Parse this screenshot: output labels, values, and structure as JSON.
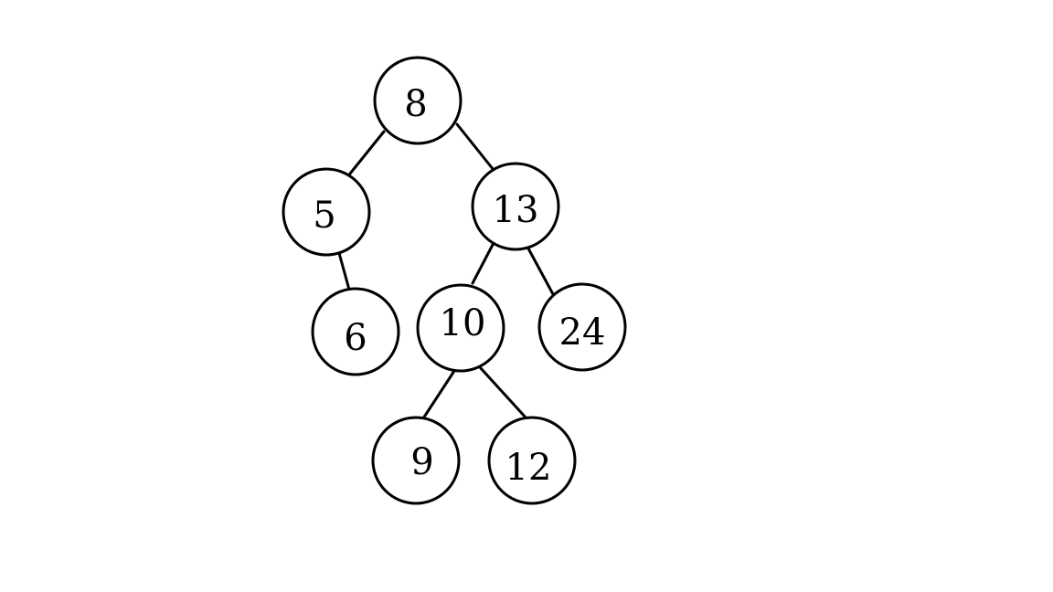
{
  "diagram": {
    "type": "binary-tree",
    "colors": {
      "background": "#ffffff",
      "stroke": "#000000",
      "text": "#000000"
    },
    "nodes": [
      {
        "id": "n8",
        "label": "8"
      },
      {
        "id": "n5",
        "label": "5"
      },
      {
        "id": "n13",
        "label": "13"
      },
      {
        "id": "n6",
        "label": "6"
      },
      {
        "id": "n10",
        "label": "10"
      },
      {
        "id": "n24",
        "label": "24"
      },
      {
        "id": "n9",
        "label": "9"
      },
      {
        "id": "n12",
        "label": "12"
      }
    ],
    "edges": [
      {
        "from": "n8",
        "to": "n5"
      },
      {
        "from": "n8",
        "to": "n13"
      },
      {
        "from": "n5",
        "to": "n6"
      },
      {
        "from": "n13",
        "to": "n10"
      },
      {
        "from": "n13",
        "to": "n24"
      },
      {
        "from": "n10",
        "to": "n9"
      },
      {
        "from": "n10",
        "to": "n12"
      }
    ]
  }
}
